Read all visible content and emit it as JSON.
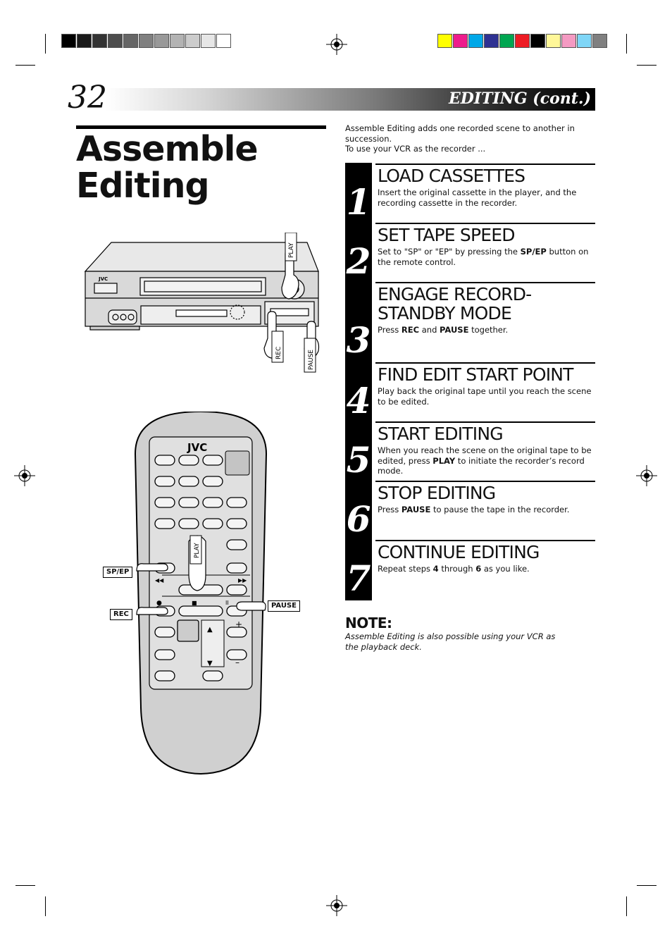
{
  "page": {
    "number": "32",
    "section": "EDITING (cont.)",
    "title_line1": "Assemble",
    "title_line2": "Editing"
  },
  "intro": {
    "line1": "Assemble Editing adds one recorded scene to another in succession.",
    "line2": "To use your VCR as the recorder ..."
  },
  "steps": [
    {
      "number": "1",
      "heading": "LOAD CASSETTES",
      "text": "Insert the original cassette in the player, and the recording cassette in the recorder."
    },
    {
      "number": "2",
      "heading": "SET TAPE SPEED",
      "text_pre": "Set to \"SP\" or \"EP\" by pressing the ",
      "text_bold": "SP/EP",
      "text_post": " button on the remote control."
    },
    {
      "number": "3",
      "heading_line1": "ENGAGE RECORD-",
      "heading_line2": "STANDBY MODE",
      "text_pre": "Press ",
      "text_bold1": "REC",
      "text_mid": " and ",
      "text_bold2": "PAUSE",
      "text_post": " together."
    },
    {
      "number": "4",
      "heading": "FIND EDIT START POINT",
      "text": "Play back the original tape until you reach the scene to be edited."
    },
    {
      "number": "5",
      "heading": "START EDITING",
      "text_pre": "When you reach the scene on the original tape to be edited, press ",
      "text_bold": "PLAY",
      "text_post": " to initiate the recorder’s record mode."
    },
    {
      "number": "6",
      "heading": "STOP EDITING",
      "text_pre": "Press ",
      "text_bold": "PAUSE",
      "text_post": " to pause the tape in the recorder."
    },
    {
      "number": "7",
      "heading": "CONTINUE EDITING",
      "text_pre": "Repeat steps ",
      "text_bold1": "4",
      "text_mid": " through ",
      "text_bold2": "6",
      "text_post": " as you like."
    }
  ],
  "note": {
    "title": "NOTE:",
    "text": "Assemble Editing is also possible using your VCR as the playback deck."
  },
  "vcr": {
    "brand": "JVC",
    "play_label": "PLAY",
    "rec_label": "REC",
    "pause_label": "PAUSE"
  },
  "remote": {
    "brand": "JVC",
    "play_label": "PLAY",
    "spep_label": "SP/EP",
    "rec_label": "REC",
    "pause_label": "PAUSE"
  },
  "colors": {
    "grayscale_bar": [
      "#000000",
      "#1a1a1a",
      "#333333",
      "#4d4d4d",
      "#666666",
      "#808080",
      "#999999",
      "#b3b3b3",
      "#cccccc",
      "#e6e6e6",
      "#ffffff"
    ],
    "color_bar": [
      "#ffff00",
      "#ee1c8c",
      "#00a8e8",
      "#2e3192",
      "#00a651",
      "#ed1c24",
      "#000000",
      "#fff799",
      "#f49ac2",
      "#7fd6f7",
      "#808080"
    ]
  }
}
